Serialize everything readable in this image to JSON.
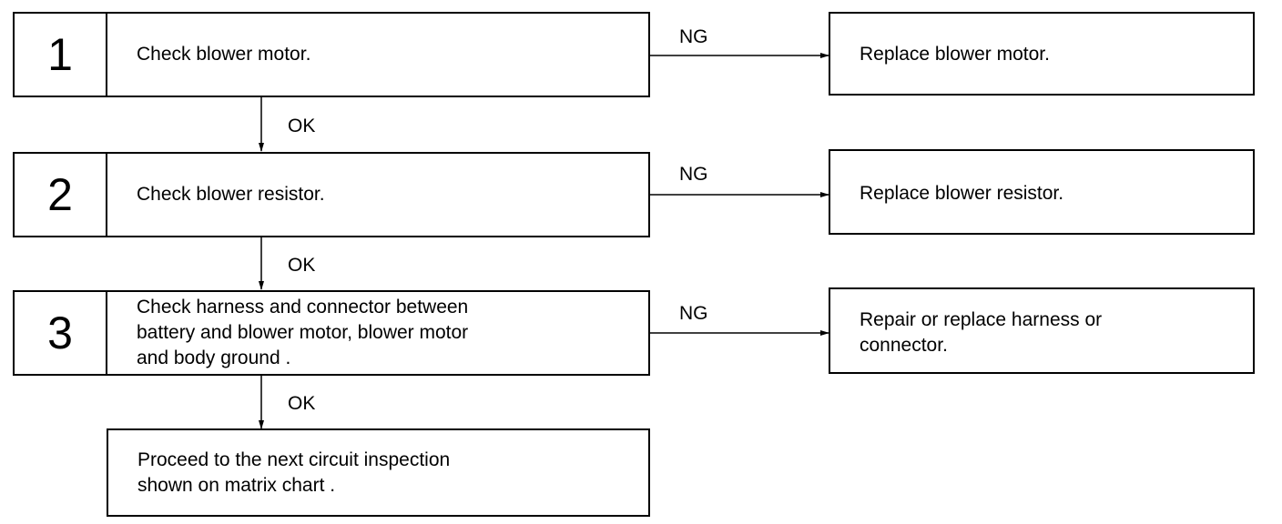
{
  "steps": [
    {
      "number": "1",
      "text": "Check blower motor."
    },
    {
      "number": "2",
      "text": "Check blower resistor."
    },
    {
      "number": "3",
      "text": "Check harness and connector between\nbattery and blower motor, blower motor\nand body ground ."
    }
  ],
  "results": [
    {
      "text": "Replace blower motor."
    },
    {
      "text": "Replace blower resistor."
    },
    {
      "text": "Repair or replace harness or\nconnector."
    }
  ],
  "final": {
    "text": "Proceed to the next circuit inspection\nshown on matrix chart ."
  },
  "labels": {
    "ng": "NG",
    "ok": "OK"
  }
}
